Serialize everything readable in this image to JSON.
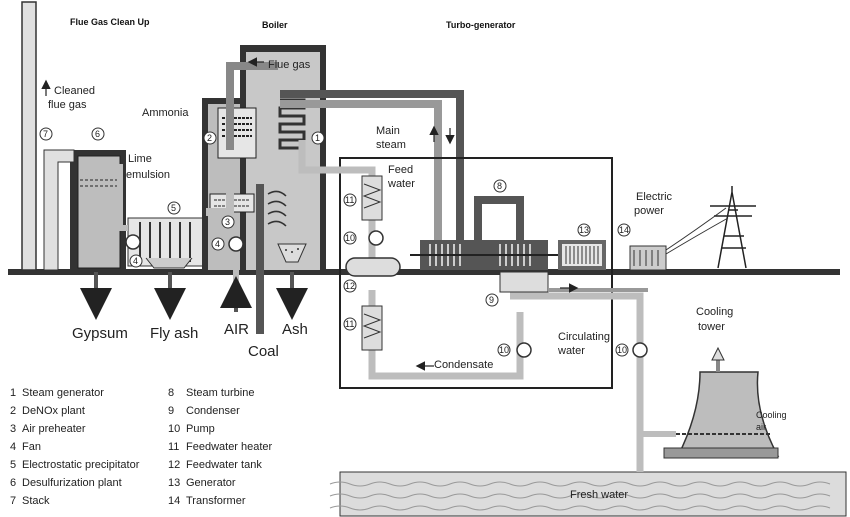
{
  "headers": {
    "flue_gas_clean_up": "Flue Gas Clean Up",
    "boiler": "Boiler",
    "turbo_generator": "Turbo-generator"
  },
  "labels": {
    "cleaned_flue_gas_1": "Cleaned",
    "cleaned_flue_gas_2": "flue gas",
    "flue_gas": "Flue   gas",
    "ammonia": "Ammonia",
    "lime_emulsion_1": "Lime",
    "lime_emulsion_2": "emulsion",
    "main_steam_1": "Main",
    "main_steam_2": "steam",
    "feed_water_1": "Feed",
    "feed_water_2": "water",
    "electric_power_1": "Electric",
    "electric_power_2": "power",
    "cooling_tower_1": "Cooling",
    "cooling_tower_2": "tower",
    "circulating_water_1": "Circulating",
    "circulating_water_2": "water",
    "condensate": "Condensate",
    "cooling_air_1": "Cooling",
    "cooling_air_2": "air",
    "fresh_water": "Fresh water"
  },
  "outputs": {
    "gypsum": "Gypsum",
    "fly_ash": "Fly ash",
    "air": "AIR",
    "coal": "Coal",
    "ash": "Ash"
  },
  "callouts": [
    "1",
    "2",
    "3",
    "4",
    "5",
    "6",
    "7",
    "8",
    "9",
    "10",
    "11",
    "12",
    "13",
    "14"
  ],
  "legend": [
    {
      "num": "1",
      "name": "Steam generator"
    },
    {
      "num": "2",
      "name": "DeNOx plant"
    },
    {
      "num": "3",
      "name": "Air preheater"
    },
    {
      "num": "4",
      "name": "Fan"
    },
    {
      "num": "5",
      "name": "Electrostatic precipitator"
    },
    {
      "num": "6",
      "name": "Desulfurization plant"
    },
    {
      "num": "7",
      "name": "Stack"
    },
    {
      "num": "8",
      "name": "Steam turbine"
    },
    {
      "num": "9",
      "name": "Condenser"
    },
    {
      "num": "10",
      "name": "Pump"
    },
    {
      "num": "11",
      "name": "Feedwater heater"
    },
    {
      "num": "12",
      "name": "Feedwater tank"
    },
    {
      "num": "13",
      "name": "Generator"
    },
    {
      "num": "14",
      "name": "Transformer"
    }
  ]
}
